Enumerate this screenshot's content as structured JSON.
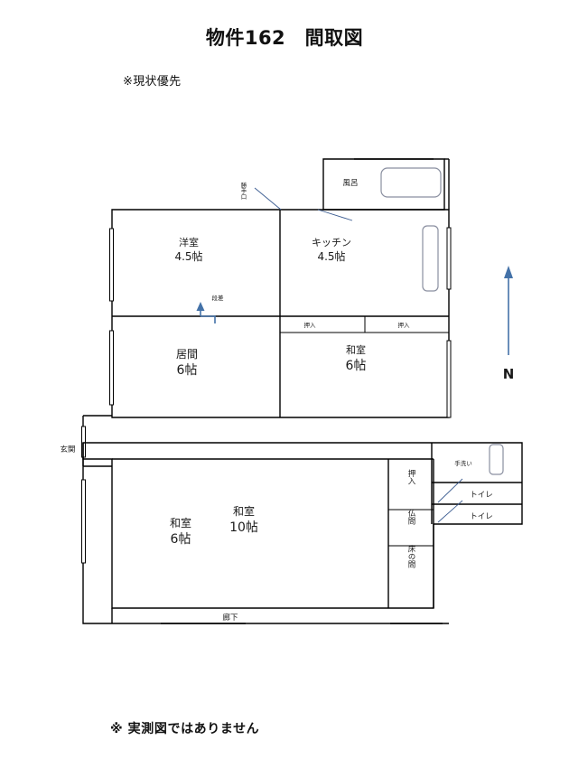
{
  "document": {
    "title": "物件162　間取図",
    "notice_top": "※現状優先",
    "notice_bottom": "※ 実測図ではありません"
  },
  "compass": {
    "label": "N",
    "color": "#4472a8",
    "direction": "up"
  },
  "rooms": [
    {
      "id": "bath",
      "name": "風呂",
      "size": ""
    },
    {
      "id": "western",
      "name": "洋室",
      "size": "4.5帖"
    },
    {
      "id": "kitchen",
      "name": "キッチン",
      "size": "4.5帖"
    },
    {
      "id": "living",
      "name": "居間",
      "size": "6帖"
    },
    {
      "id": "washitsu6",
      "name": "和室",
      "size": "6帖"
    },
    {
      "id": "washitsu10",
      "name": "和室",
      "size": "10帖"
    },
    {
      "id": "washitsu6b",
      "name": "和室",
      "size": "6帖"
    }
  ],
  "labels": {
    "entrance": "玄関",
    "back_door": "勝手口",
    "step": "段差",
    "closet_upper_left": "押入",
    "closet_upper_right": "押入",
    "closet_side": "押入",
    "butsuma": "仏間",
    "tokonoma": "床の間",
    "hand_wash": "手洗い",
    "toilet_1": "トイレ",
    "toilet_2": "トイレ",
    "corridor": "廊下"
  }
}
